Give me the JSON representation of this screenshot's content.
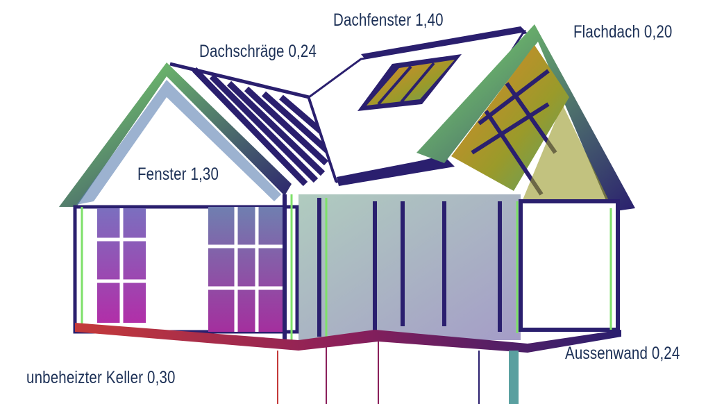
{
  "labels": {
    "roof_window": "Dachfenster 1,40",
    "flat_roof": "Flachdach 0,20",
    "pitched_roof": "Dachschräge 0,24",
    "window": "Fenster 1,30",
    "outer_wall": "Aussenwand 0,24",
    "cellar": "unbeheizter Keller 0,30"
  },
  "colors": {
    "text": "#1b2f55",
    "navy": "#2a1f6e",
    "green": "#7ee06a",
    "magenta": "#b12fa8",
    "orange": "#e08a2a",
    "olive": "#9a9a2a",
    "red": "#9a1f35"
  }
}
